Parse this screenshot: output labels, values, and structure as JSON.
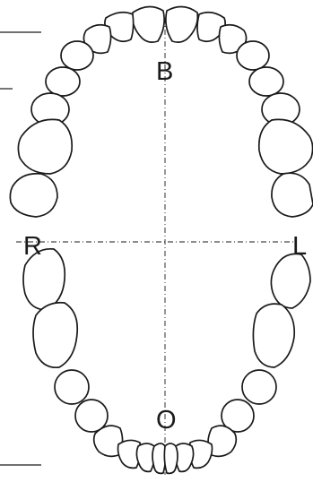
{
  "labels": {
    "top": "B",
    "bottom": "O",
    "left": "R",
    "right": "L"
  },
  "colors": {
    "line": "#1a1a1a",
    "background": "#ffffff"
  }
}
